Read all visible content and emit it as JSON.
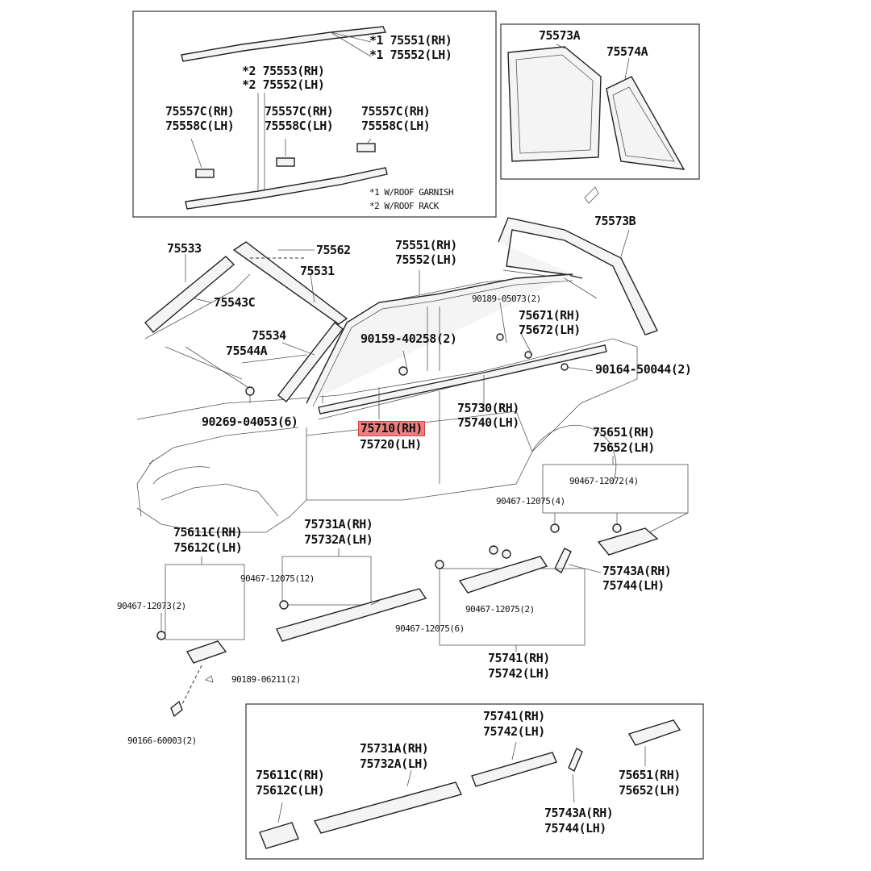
{
  "diagram": {
    "highlight_color": "#f08080",
    "labels": {
      "l01": "*1 75551(RH)",
      "l02": "*1 75552(LH)",
      "l03": "*2 75553(RH)",
      "l04": "*2 75552(LH)",
      "l05": "75557C(RH)",
      "l06": "75558C(LH)",
      "l07": "75557C(RH)",
      "l08": "75558C(LH)",
      "l09": "75557C(RH)",
      "l10": "75558C(LH)",
      "l11": "*1 W/ROOF GARNISH",
      "l12": "*2 W/ROOF RACK",
      "l13": "75573A",
      "l14": "75574A",
      "l15": "75573B",
      "l16": "75533",
      "l17": "75562",
      "l18": "75531",
      "l19": "75543C",
      "l20": "75534",
      "l21": "75544A",
      "l22": "75551(RH)",
      "l23": "75552(LH)",
      "l24": "90189-05073(2)",
      "l25": "75671(RH)",
      "l26": "75672(LH)",
      "l27": "90159-40258(2)",
      "l28": "90164-50044(2)",
      "l29": "90269-04053(6)",
      "l30": "75710(RH)",
      "l31": "75720(LH)",
      "l32": "75730(RH)",
      "l33": "75740(LH)",
      "l34": "75651(RH)",
      "l35": "75652(LH)",
      "l36": "90467-12072(4)",
      "l37": "90467-12075(4)",
      "l38": "75611C(RH)",
      "l39": "75612C(LH)",
      "l40": "75731A(RH)",
      "l41": "75732A(LH)",
      "l42": "90467-12075(12)",
      "l43": "75743A(RH)",
      "l44": "75744(LH)",
      "l45": "90467-12073(2)",
      "l46": "90467-12075(2)",
      "l47": "90467-12075(6)",
      "l48": "75741(RH)",
      "l49": "75742(LH)",
      "l50": "90189-06211(2)",
      "l51": "90166-60003(2)",
      "l52": "75741(RH)",
      "l53": "75742(LH)",
      "l54": "75731A(RH)",
      "l55": "75732A(LH)",
      "l56": "75651(RH)",
      "l57": "75652(LH)",
      "l58": "75611C(RH)",
      "l59": "75612C(LH)",
      "l60": "75743A(RH)",
      "l61": "75744(LH)"
    }
  }
}
